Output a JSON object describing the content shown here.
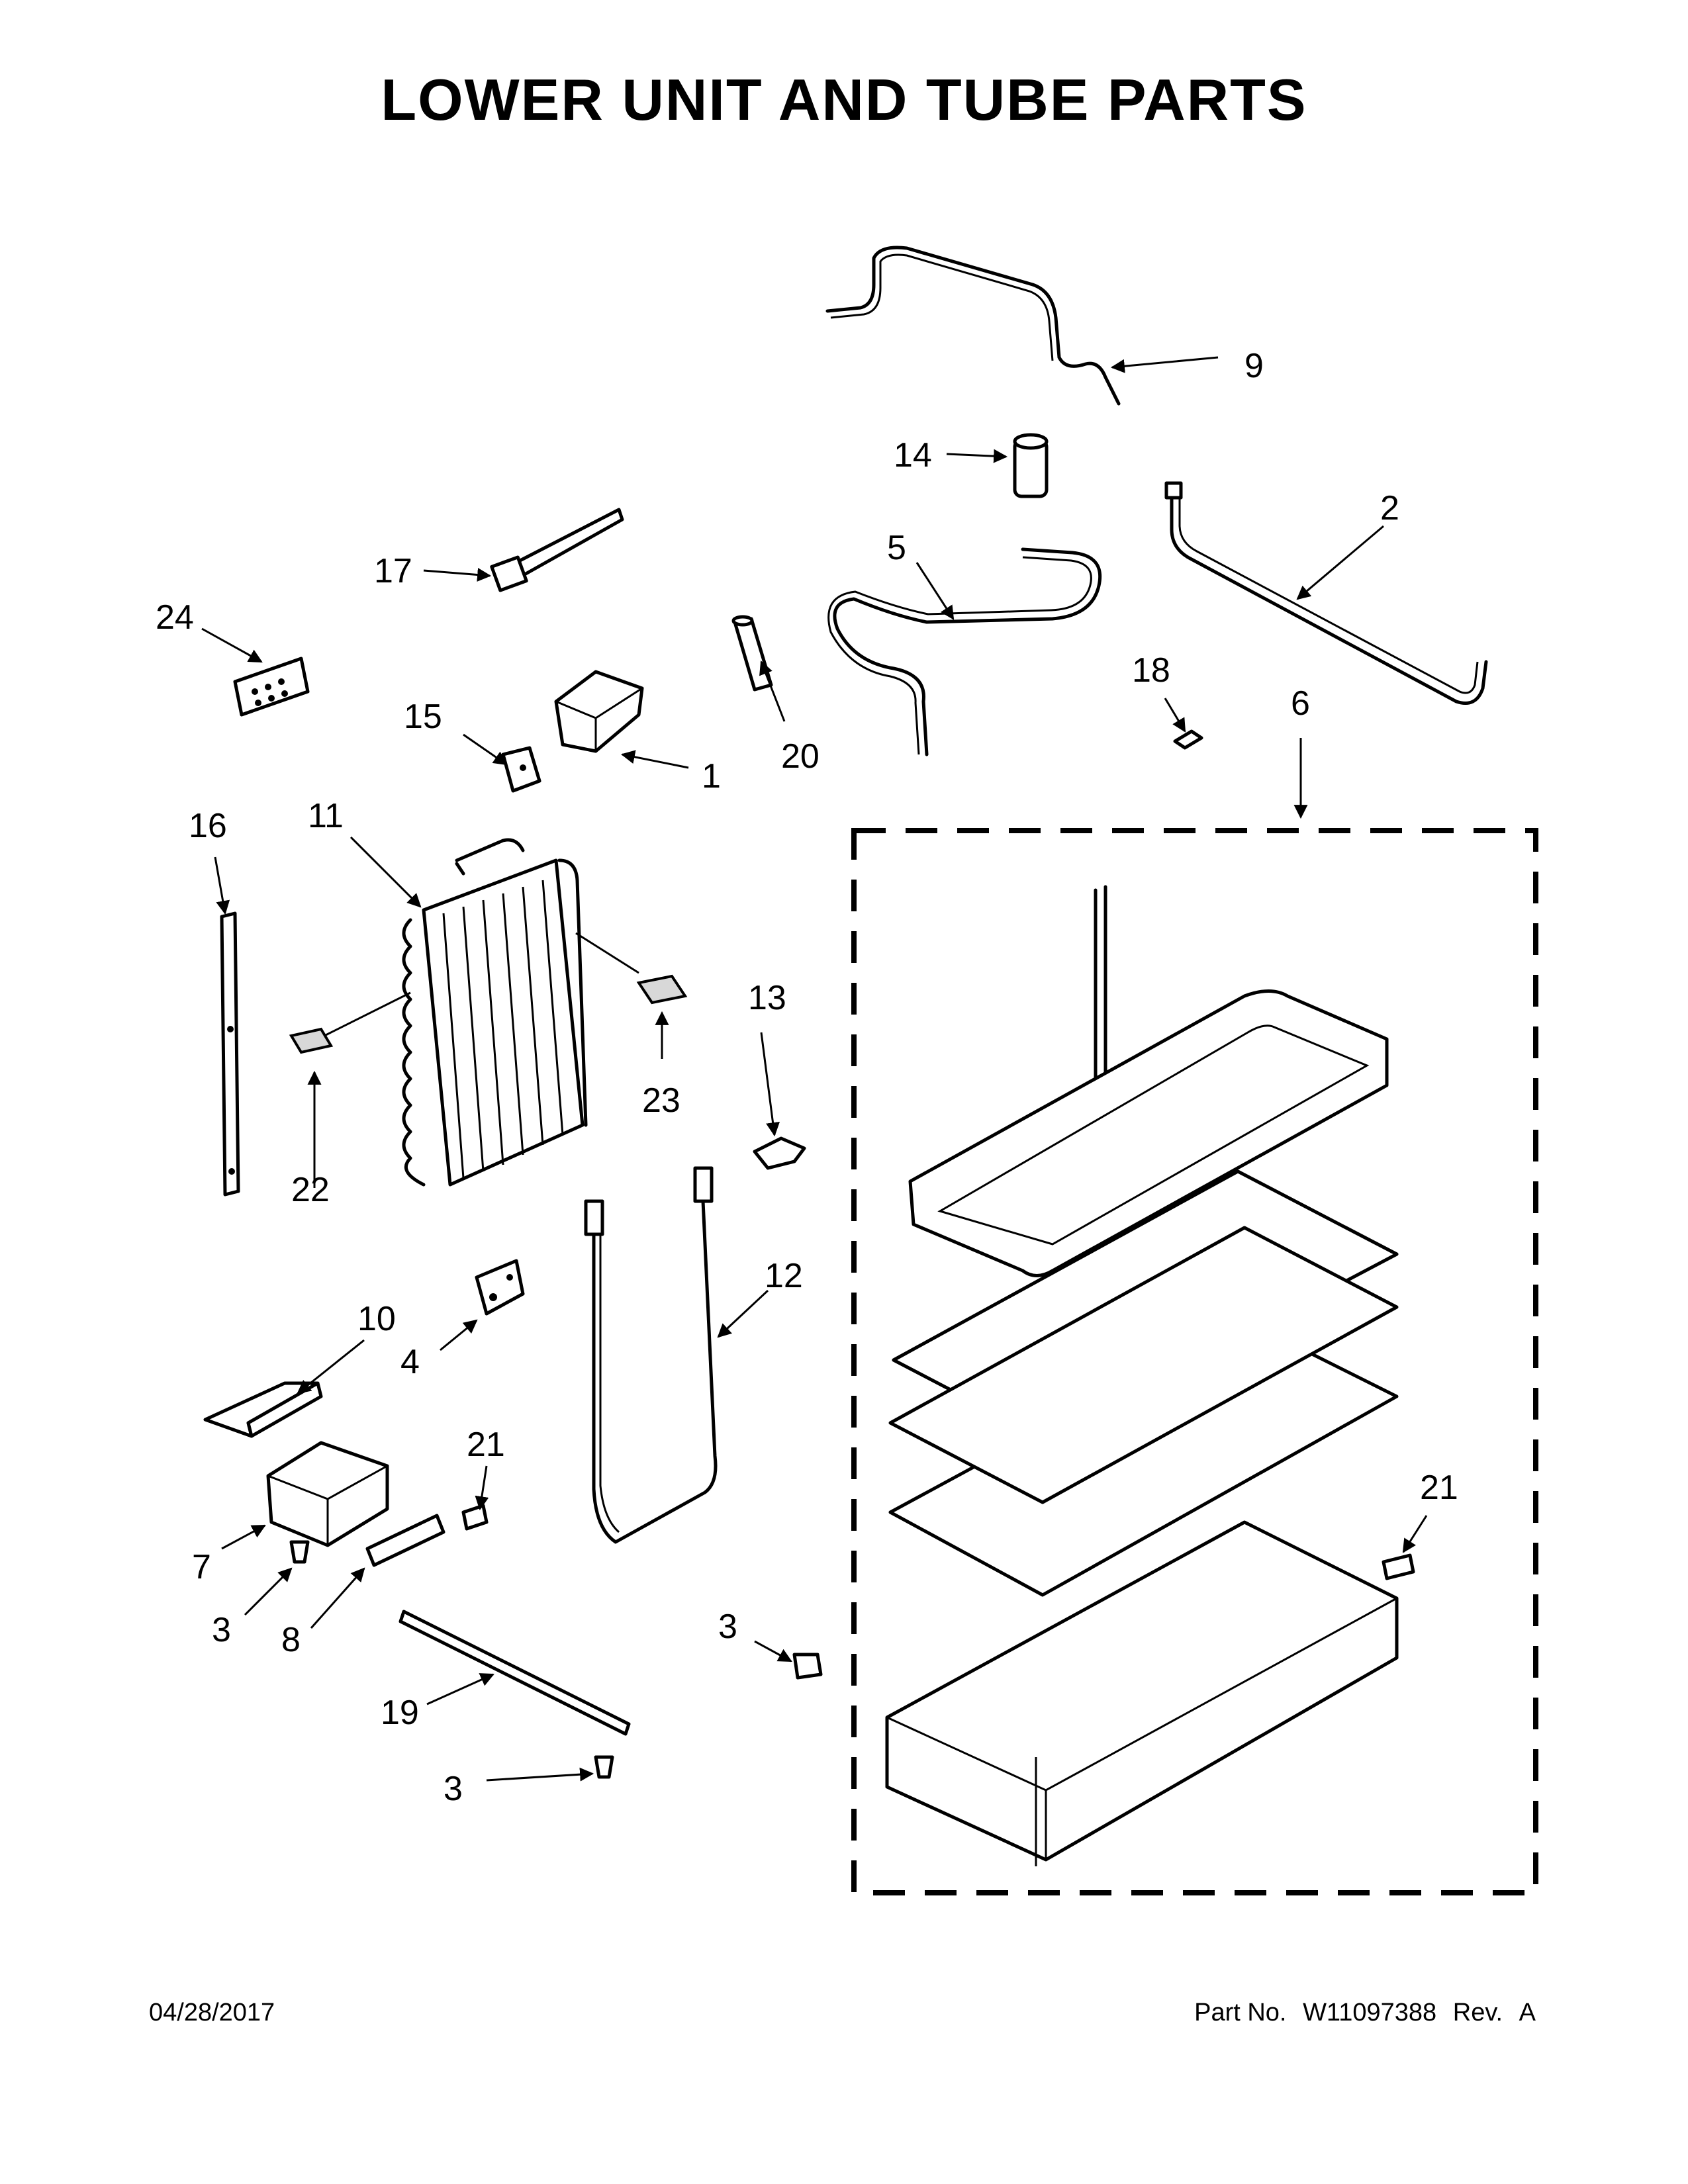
{
  "title": "LOWER UNIT AND TUBE PARTS",
  "footer": {
    "date": "04/28/2017",
    "part_no_label": "Part No.",
    "part_no": "W11097388",
    "rev_label": "Rev.",
    "rev": "A"
  },
  "callouts": {
    "c1": "1",
    "c2": "2",
    "c3a": "3",
    "c3b": "3",
    "c3c": "3",
    "c4": "4",
    "c5": "5",
    "c6": "6",
    "c7": "7",
    "c8": "8",
    "c9": "9",
    "c10": "10",
    "c11": "11",
    "c12": "12",
    "c13": "13",
    "c14": "14",
    "c15": "15",
    "c16": "16",
    "c17": "17",
    "c18": "18",
    "c19": "19",
    "c20": "20",
    "c21a": "21",
    "c21b": "21",
    "c22": "22",
    "c23": "23",
    "c24": "24"
  }
}
